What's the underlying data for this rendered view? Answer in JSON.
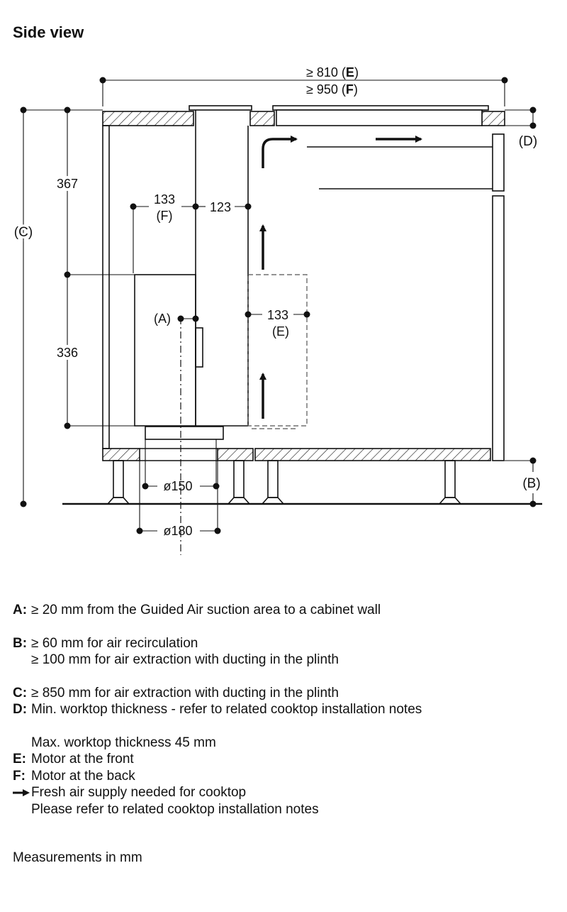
{
  "title": "Side view",
  "dimensions": {
    "top_width_e": "≥ 810 (",
    "top_width_e_letter": "E",
    "top_width_f": "≥ 950 (",
    "top_width_f_letter": "F",
    "d_label": "(D)",
    "c_label": "(C)",
    "b_label": "(B)",
    "a_label": "(A)",
    "h_upper": "367",
    "h_lower": "336",
    "w_133_f": "133",
    "w_133_f_tag": "(F)",
    "w_123": "123",
    "w_133_e": "133",
    "w_133_e_tag": "(E)",
    "dia_150": "ø150",
    "dia_180": "ø180"
  },
  "notes": [
    {
      "key": "A:",
      "lines": [
        "≥ 20 mm from the Guided Air suction area to a cabinet wall"
      ]
    },
    {
      "key": "B:",
      "lines": [
        "≥ 60 mm for air recirculation",
        "≥ 100 mm for air extraction with ducting in the plinth"
      ]
    },
    {
      "key": "C:",
      "lines": [
        "≥ 850 mm for air extraction with ducting in the plinth"
      ]
    },
    {
      "key": "D:",
      "lines": [
        "Min. worktop thickness - refer to related cooktop installation notes",
        "",
        "Max. worktop thickness 45 mm"
      ]
    },
    {
      "key": "E:",
      "lines": [
        "Motor at the front"
      ]
    },
    {
      "key": "F:",
      "lines": [
        "Motor at the back"
      ]
    },
    {
      "key": "",
      "lines": [
        "Fresh air supply needed for cooktop",
        "Please refer to related cooktop installation notes"
      ]
    }
  ],
  "footer": "Measurements in mm",
  "colors": {
    "ink": "#111111",
    "hatch": "#222222"
  }
}
